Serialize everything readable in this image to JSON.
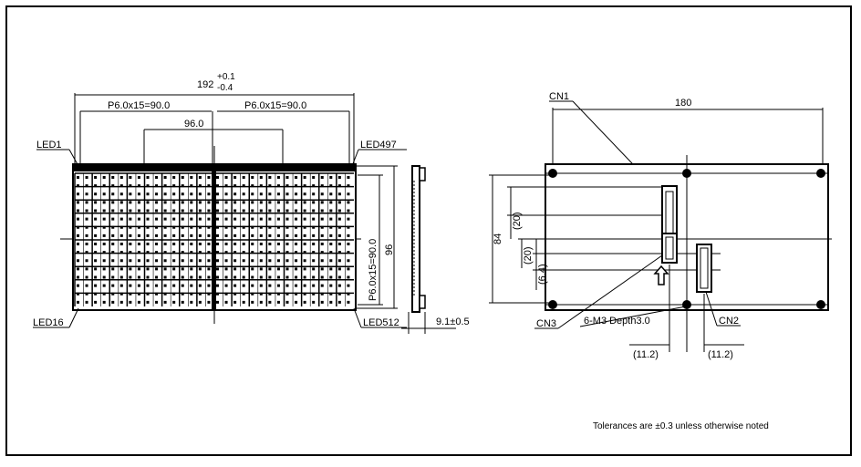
{
  "drawing": {
    "labels": {
      "overall_width": "192",
      "overall_tol_plus": "+0.1",
      "overall_tol_minus": "-0.4",
      "pitch_left": "P6.0x15=90.0",
      "pitch_right": "P6.0x15=90.0",
      "center_span": "96.0",
      "pitch_vertical": "P6.0x15=90.0",
      "height_96": "96",
      "thickness": "9.1±0.5",
      "led_top_left": "LED1",
      "led_top_right": "LED497",
      "led_bottom_left": "LED16",
      "led_bottom_right": "LED512",
      "cn1": "CN1",
      "cn2": "CN2",
      "cn3": "CN3",
      "width_180": "180",
      "height_84": "84",
      "dim_20_top": "(20)",
      "dim_20_mid": "(20)",
      "dim_6_4": "(6.4)",
      "mount": "6-M3 Depth3.0",
      "dim_11_2_left": "(11.2)",
      "dim_11_2_right": "(11.2)"
    },
    "note": "Tolerances are ±0.3 unless otherwise noted"
  }
}
